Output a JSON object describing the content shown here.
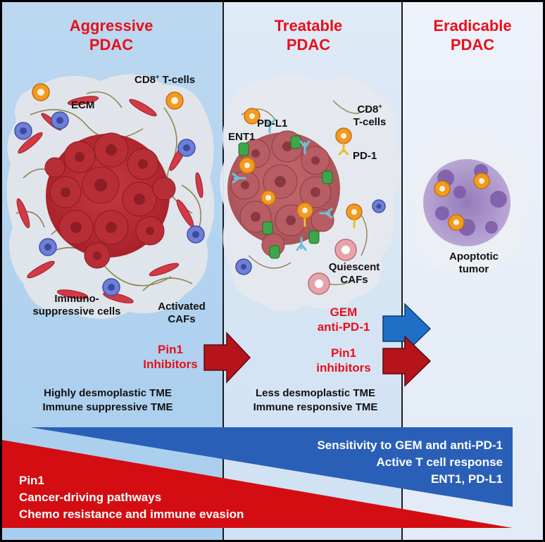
{
  "panels": [
    {
      "title_line1": "Aggressive",
      "title_line2": "PDAC"
    },
    {
      "title_line1": "Treatable",
      "title_line2": "PDAC"
    },
    {
      "title_line1": "Eradicable",
      "title_line2": "PDAC"
    }
  ],
  "labels": {
    "cd8_p1": "CD8",
    "cd8_p1_sup": "+",
    "cd8_p1_rest": " T-cells",
    "ecm": "ECM",
    "immuno_line1": "Immuno-",
    "immuno_line2": "suppressive cells",
    "activated_line1": "Activated",
    "activated_line2": "CAFs",
    "ent1": "ENT1",
    "pdl1": "PD-L1",
    "cd8_p2": "CD8",
    "cd8_p2_sup": "+",
    "cd8_p2_line2": "T-cells",
    "pd1": "PD-1",
    "quiescent_line1": "Quiescent",
    "quiescent_line2": "CAFs",
    "apoptotic_line1": "Apoptotic",
    "apoptotic_line2": "tumor"
  },
  "treatments": {
    "pin1_a_line1": "Pin1",
    "pin1_a_line2": "Inhibitors",
    "gem_line1": "GEM",
    "gem_line2": "anti-PD-1",
    "pin1_b_line1": "Pin1",
    "pin1_b_line2": "inhibitors"
  },
  "tme": {
    "p1_line1": "Highly desmoplastic TME",
    "p1_line2": "Immune suppressive TME",
    "p2_line1": "Less desmoplastic TME",
    "p2_line2": "Immune responsive TME"
  },
  "blue_wedge": [
    "Sensitivity to GEM and anti-PD-1",
    "Active T cell response",
    "ENT1, PD-L1"
  ],
  "red_wedge": [
    "Pin1",
    "Cancer-driving pathways",
    "Chemo resistance and immune evasion"
  ],
  "colors": {
    "title_red": "#e8101a",
    "arrow_red": "#b5141a",
    "arrow_blue": "#1f6fc7",
    "wedge_blue": "#2a5fb8",
    "wedge_red": "#d40d12",
    "tcell_orange": "#f39a22",
    "immune_blue": "#5b6fd0",
    "ent1_green": "#3fa54a"
  }
}
